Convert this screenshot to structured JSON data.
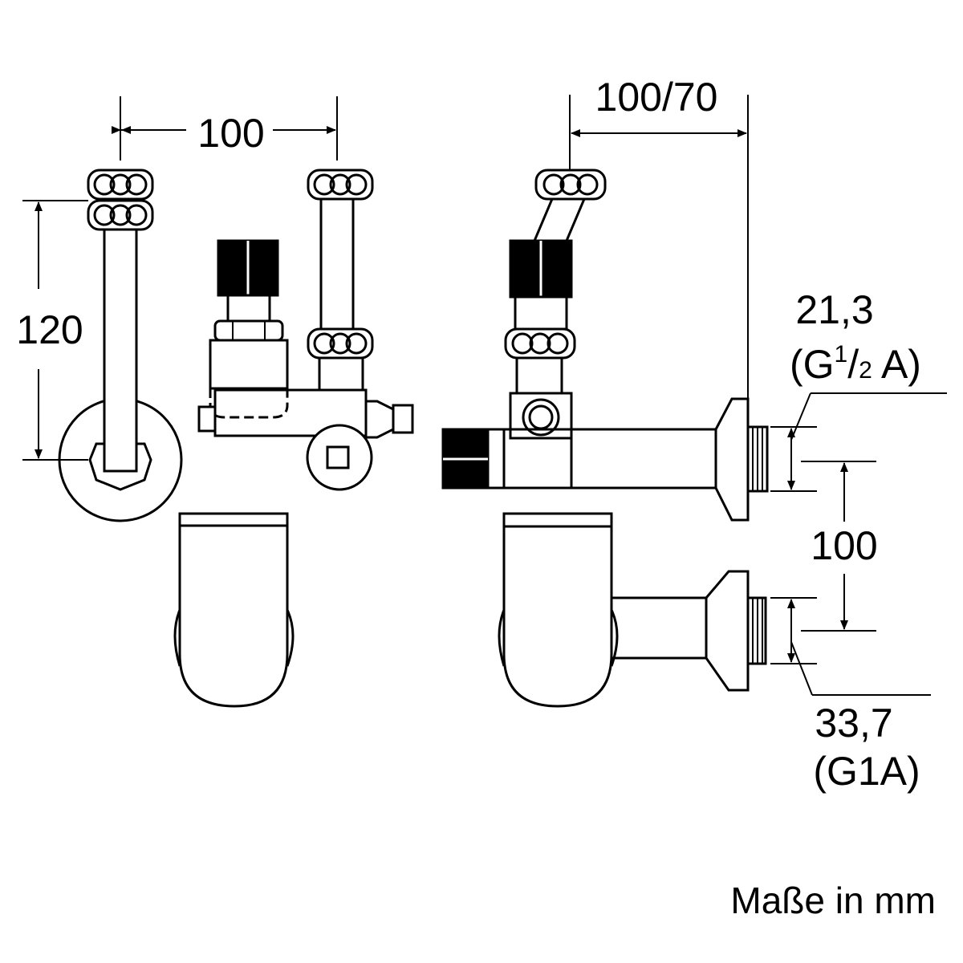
{
  "dimensions": {
    "left_width": "100",
    "left_height": "120",
    "right_depth": "100/70",
    "thread_small_dia": "21,3",
    "thread_small_spec_a": "(G",
    "thread_small_spec_sup": "1",
    "thread_small_spec_b": "/",
    "thread_small_spec_sub": "2",
    "thread_small_spec_c": " A)",
    "pipe_spacing": "100",
    "thread_large_dia": "33,7",
    "thread_large_spec": "(G1A)"
  },
  "units_note": "Maße in mm"
}
